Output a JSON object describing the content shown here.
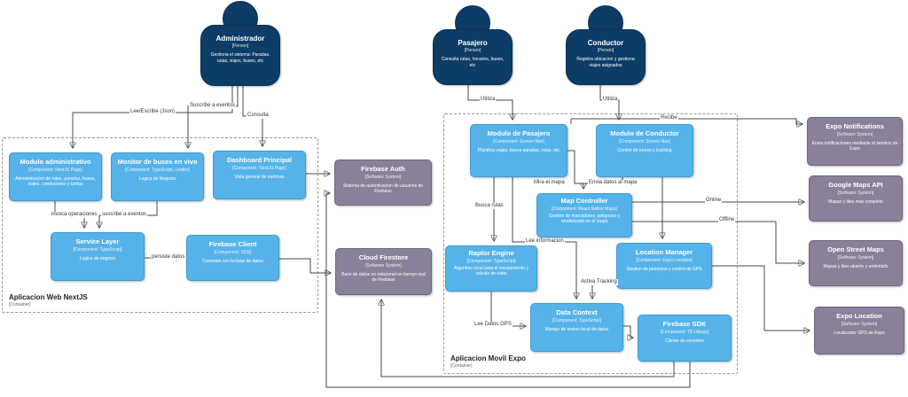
{
  "diagram": {
    "colors": {
      "person_fill": "#0d3c66",
      "component_fill": "#56b3e9",
      "component_border": "#3d9bd5",
      "system_fill": "#8a8099",
      "line": "#4a4a4a"
    },
    "persons": [
      {
        "title": "Administrador",
        "subtitle": "[Person]",
        "desc": "Gestiona el sistema: Paradas, rutas, viajes, buses, etc"
      },
      {
        "title": "Pasajero",
        "subtitle": "[Person]",
        "desc": "Consulta rutas, horarios, buses, etc"
      },
      {
        "title": "Conductor",
        "subtitle": "[Person]",
        "desc": "Registra ubicacion y gestiona viajes asignados"
      }
    ],
    "containers": [
      {
        "label": "Aplicacion Web NextJS",
        "type": "[Container]"
      },
      {
        "label": "Aplicacion Movil Expo",
        "type": "[Container]"
      }
    ],
    "components": [
      {
        "title": "Modulo administrativo",
        "subtitle": "[Component: NextJS Page]",
        "desc": "Administracion de rutas, paradas, buses, viajes, conductores y tarifas"
      },
      {
        "title": "Monitor de buses en vivo",
        "subtitle": "[Component: TypeScript, Leaflet]",
        "desc": "Logica de Negocio"
      },
      {
        "title": "Dashboard Principal",
        "subtitle": "[Component: NextJS Page]",
        "desc": "Vista general de metricas"
      },
      {
        "title": "Service Layer",
        "subtitle": "[Component: TypeScript]",
        "desc": "Logica de negocio"
      },
      {
        "title": "Firebase Client",
        "subtitle": "[Component: SDK]",
        "desc": "Conexion con la base de datos"
      },
      {
        "title": "Modulo de Pasajero",
        "subtitle": "[Component: Screen Nav]",
        "desc": "Planifica viajes, busca paradas, rutas, etc"
      },
      {
        "title": "Modulo de Conductor",
        "subtitle": "[Component: Screen Nav]",
        "desc": "Control de turnos y tracking"
      },
      {
        "title": "Map Controller",
        "subtitle": "[Component: React Native Maps]",
        "desc": "Gestion de marcadores, poligonos y renderizado en el mapa"
      },
      {
        "title": "Raptor Engine",
        "subtitle": "[Component: TypeScript]",
        "desc": "Algoritmo local para el enrutamiento y calculo de rutas"
      },
      {
        "title": "Location Manager",
        "subtitle": "[Component: Expo Location]",
        "desc": "Gestion de permisos y control de GPS"
      },
      {
        "title": "Data Context",
        "subtitle": "[Component: TypeScript]",
        "desc": "Manejo de sesion local de datos"
      },
      {
        "title": "Firebase SDK",
        "subtitle": "[Component: TS Library]",
        "desc": "Cliente de conexion"
      }
    ],
    "systems": [
      {
        "title": "Firebase Auth",
        "subtitle": "[Software System]",
        "desc": "Sistema de autenticacion de usuarios de Firebase"
      },
      {
        "title": "Cloud Firestore",
        "subtitle": "[Software System]",
        "desc": "Base de datos no relacional en tiempo real de Firebase"
      },
      {
        "title": "Expo Notifications",
        "subtitle": "[Software System]",
        "desc": "Envia notificaciones mediante el servicio de Expo"
      },
      {
        "title": "Google Maps API",
        "subtitle": "[Software System]",
        "desc": "Mapas y tiles mas completo"
      },
      {
        "title": "Open Street Maps",
        "subtitle": "[Software System]",
        "desc": "Mapas y tiles abierto y embebido"
      },
      {
        "title": "Expo Location",
        "subtitle": "[Software System]",
        "desc": "Localizador GPS de Expo"
      }
    ],
    "edge_labels": {
      "lee_escribe": "Lee/Escribe (Json)",
      "suscribe_top": "Suscribe a eventos",
      "consulta": "Consulta",
      "utiliza_pasajero": "Utiliza",
      "utiliza_conductor": "Utiliza",
      "recibe": "Recibe",
      "invoca": "invoca operaciones",
      "suscribe_bottom": "suscribe a eventos",
      "persiste": "persiste datos",
      "mira": "Mira el mapa",
      "envia": "Envia datos al mapa",
      "busca": "Busca rutas",
      "lee_info": "Lee informacion",
      "online": "Online",
      "offline": "Offline",
      "activa": "Activa Tracking",
      "lee_gps": "Lee Datos GPS"
    }
  }
}
